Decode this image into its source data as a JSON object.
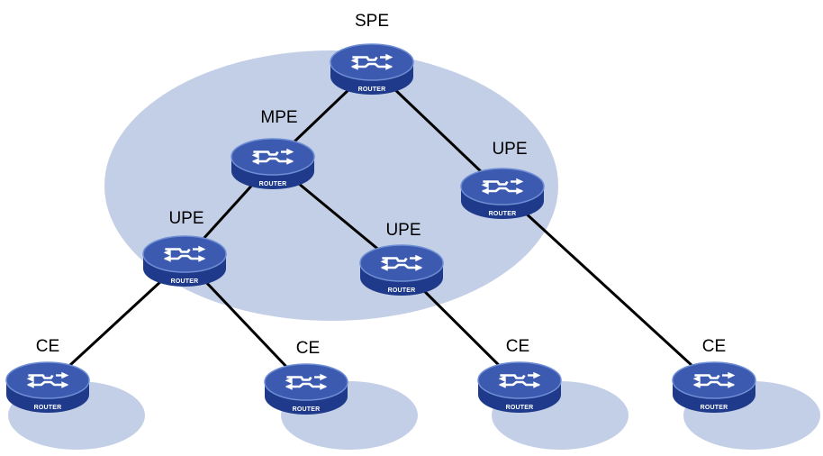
{
  "diagram": {
    "colors": {
      "cloud": "#c3cfe6",
      "link": "#000000",
      "router_top": "#3b5ab0",
      "router_side": "#1f3a8a",
      "router_edge": "#6f8ed4",
      "arrow": "#ffffff"
    },
    "router_text": "ROUTER",
    "nodes": [
      {
        "id": "spe",
        "label": "SPE",
        "icon": "router-icon"
      },
      {
        "id": "mpe",
        "label": "MPE",
        "icon": "router-icon"
      },
      {
        "id": "upe-right",
        "label": "UPE",
        "icon": "router-icon"
      },
      {
        "id": "upe-left",
        "label": "UPE",
        "icon": "router-icon"
      },
      {
        "id": "upe-middle",
        "label": "UPE",
        "icon": "router-icon"
      },
      {
        "id": "ce-1",
        "label": "CE",
        "icon": "router-icon"
      },
      {
        "id": "ce-2",
        "label": "CE",
        "icon": "router-icon"
      },
      {
        "id": "ce-3",
        "label": "CE",
        "icon": "router-icon"
      },
      {
        "id": "ce-4",
        "label": "CE",
        "icon": "router-icon"
      }
    ],
    "links": [
      {
        "from": "spe",
        "to": "mpe"
      },
      {
        "from": "spe",
        "to": "upe-right"
      },
      {
        "from": "mpe",
        "to": "upe-left"
      },
      {
        "from": "mpe",
        "to": "upe-middle"
      },
      {
        "from": "upe-left",
        "to": "ce-1"
      },
      {
        "from": "upe-left",
        "to": "ce-2"
      },
      {
        "from": "upe-middle",
        "to": "ce-3"
      },
      {
        "from": "upe-right",
        "to": "ce-4"
      }
    ]
  }
}
